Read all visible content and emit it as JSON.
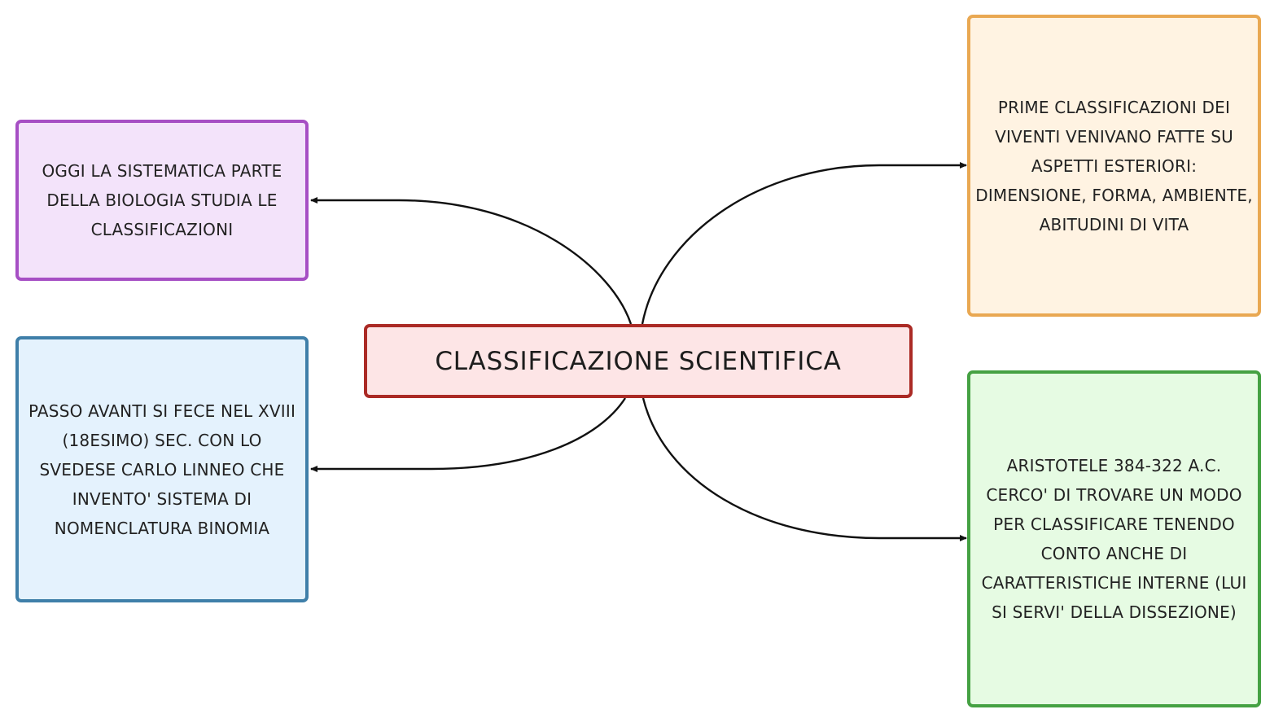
{
  "mindmap": {
    "central": "CLASSIFICAZIONE SCIENTIFICA",
    "branches": {
      "oggi": "OGGI LA SISTEMATICA PARTE DELLA BIOLOGIA STUDIA LE CLASSIFICAZIONI",
      "passo": "PASSO AVANTI SI FECE NEL XVIII (18ESIMO) SEC. CON LO SVEDESE CARLO LINNEO CHE INVENTO' SISTEMA DI NOMENCLATURA BINOMIA",
      "prime": "PRIME CLASSIFICAZIONI DEI VIVENTI VENIVANO FATTE SU ASPETTI ESTERIORI: DIMENSIONE, FORMA, AMBIENTE, ABITUDINI DI VITA",
      "aristotele": "ARISTOTELE 384-322 A.C. CERCO' DI TROVARE UN MODO PER CLASSIFICARE TENENDO CONTO ANCHE DI CARATTERISTICHE INTERNE (LUI SI SERVI' DELLA DISSEZIONE)"
    }
  }
}
